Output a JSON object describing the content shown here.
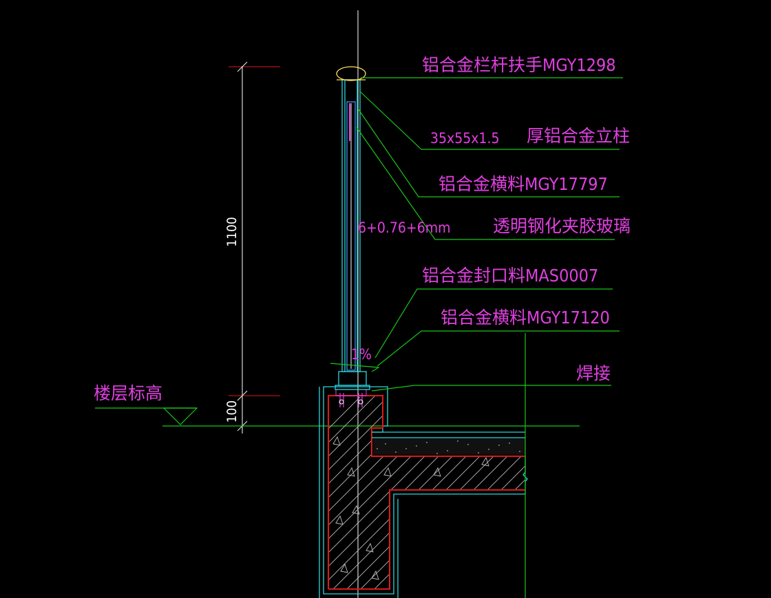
{
  "labels": {
    "handrail": "铝合金栏杆扶手MGY1298",
    "post_size": "35x55x1.5",
    "post_name": "厚铝合金立柱",
    "rail_upper": "铝合金横料MGY17797",
    "glass_spec": "6+0.76+6mm",
    "glass_name": "透明钢化夹胶玻璃",
    "seal": "铝合金封口料MAS0007",
    "rail_lower": "铝合金横料MGY17120",
    "slope": "1%",
    "weld": "焊接",
    "floor_level": "楼层标高"
  },
  "dimensions": {
    "rail_height": "1100",
    "curb_height": "100"
  },
  "colors": {
    "background": "#000000",
    "text": "#e040e0",
    "leader": "#19c619",
    "outline": "#28d8e0",
    "rebar": "#e01818",
    "dimension": "#ffffff"
  }
}
